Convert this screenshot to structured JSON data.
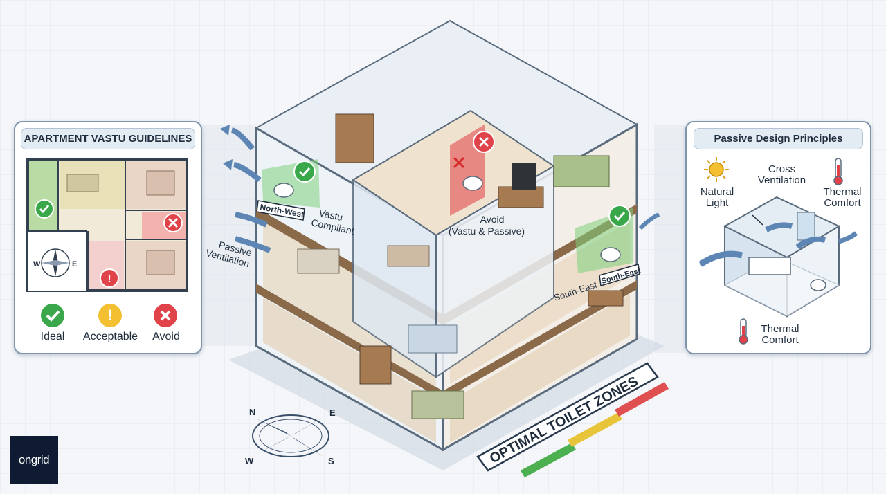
{
  "left_panel": {
    "title": "APARTMENT VASTU GUIDELINES",
    "legend": [
      {
        "label": "Ideal",
        "status": "ideal",
        "color": "#3aa84a"
      },
      {
        "label": "Acceptable",
        "status": "acceptable",
        "color": "#f2c030"
      },
      {
        "label": "Avoid",
        "status": "avoid",
        "color": "#e0444a"
      }
    ],
    "compass": {
      "west": "W",
      "east": "E"
    }
  },
  "building": {
    "labels": {
      "north_west": "North-West",
      "vastu_compliant": "Vastu\nCompliant",
      "passive_ventilation": "Passive\nVentilation",
      "avoid": "Avoid\n(Vastu & Passive)",
      "south_east_a": "South-East",
      "south_east_b": "South-East"
    }
  },
  "right_panel": {
    "title": "Passive Design Principles",
    "labels": {
      "natural_light": "Natural\nLight",
      "cross_ventilation": "Cross\nVentilation",
      "thermal_comfort_top": "Thermal\nComfort",
      "thermal_comfort_bottom": "Thermal\nComfort"
    }
  },
  "ground_compass": {
    "north": "N",
    "east": "E",
    "south": "S",
    "west": "W"
  },
  "zones_banner": {
    "text": "OPTIMAL TOILET ZONES",
    "colors": [
      "#4caf50",
      "#e8c43a",
      "#e05050"
    ]
  },
  "logo": {
    "text": "ongrid"
  },
  "colors": {
    "ideal": "#3aa84a",
    "acceptable": "#f2c030",
    "avoid": "#e0444a",
    "panel_border": "#7f95ad"
  }
}
